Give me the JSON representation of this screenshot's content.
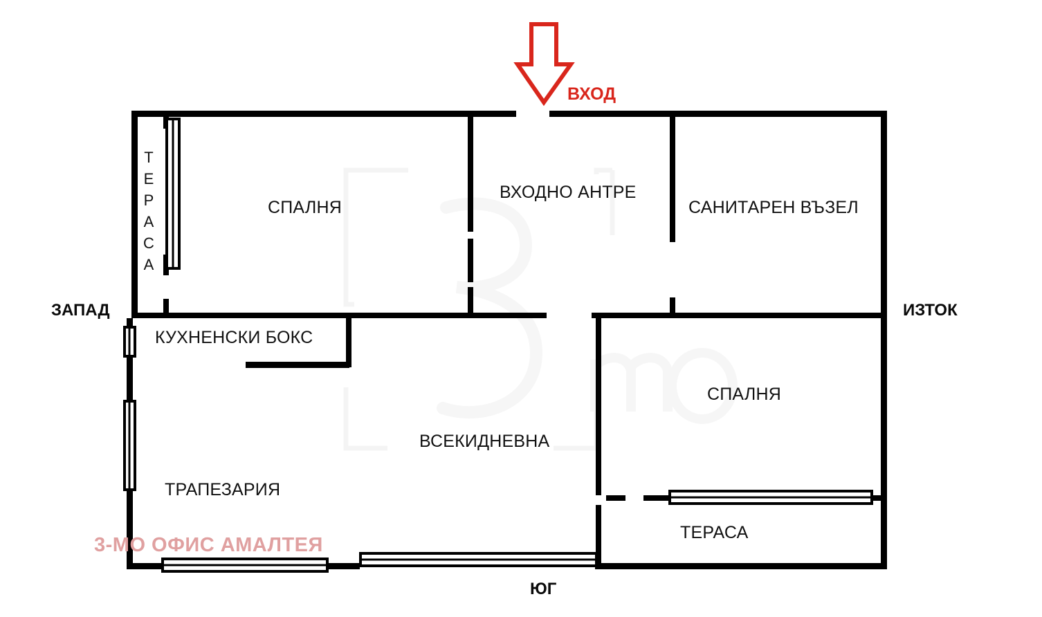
{
  "plan": {
    "title": "Floor plan",
    "rooms": [
      {
        "key": "terrace_west",
        "label": "ТЕРАСА",
        "letters": [
          "Т",
          "Е",
          "Р",
          "А",
          "С",
          "А"
        ],
        "orientation": "vertical"
      },
      {
        "key": "bedroom_nw",
        "label": "СПАЛНЯ",
        "orientation": "horizontal"
      },
      {
        "key": "entry_hall",
        "label": "ВХОДНО АНТРЕ",
        "orientation": "horizontal"
      },
      {
        "key": "bathroom",
        "label": "САНИТАРЕН ВЪЗЕЛ",
        "orientation": "horizontal"
      },
      {
        "key": "kitchen_box",
        "label": "КУХНЕНСКИ БОКС",
        "orientation": "horizontal"
      },
      {
        "key": "living_room",
        "label": "ВСЕКИДНЕВНА",
        "orientation": "horizontal"
      },
      {
        "key": "dining_room",
        "label": "ТРАПЕЗАРИЯ",
        "orientation": "horizontal"
      },
      {
        "key": "bedroom_se",
        "label": "СПАЛНЯ",
        "orientation": "horizontal"
      },
      {
        "key": "terrace_south",
        "label": "ТЕРАСА",
        "orientation": "horizontal"
      }
    ],
    "compass": {
      "west": "ЗАПАД",
      "east": "ИЗТОК",
      "south": "ЮГ"
    },
    "entrance": {
      "label": "ВХОД",
      "arrow": "down-arrow-icon",
      "color": "#d9261c"
    },
    "watermark": {
      "text": "3-МО ОФИС АМАЛТЕЯ",
      "color": "#e0a0a0"
    },
    "colors": {
      "wall": "#000000",
      "accent": "#d9261c",
      "watermark": "#e0a0a0",
      "background": "#ffffff"
    }
  }
}
